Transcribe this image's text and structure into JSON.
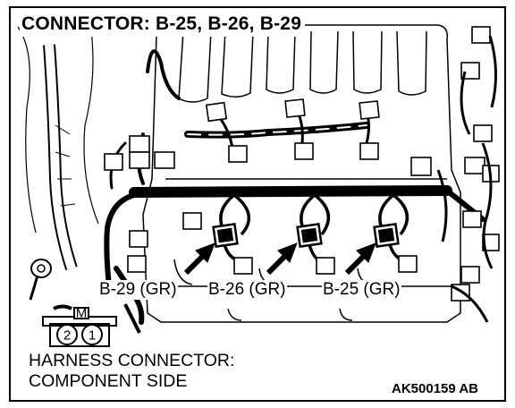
{
  "title": "CONNECTOR: B-25, B-26, B-29",
  "callouts": [
    {
      "label": "B-29 (GR)"
    },
    {
      "label": "B-26 (GR)"
    },
    {
      "label": "B-25 (GR)"
    }
  ],
  "connector_pins": {
    "marker": "M",
    "pin_left": "2",
    "pin_right": "1"
  },
  "harness_caption": {
    "line1": "HARNESS CONNECTOR:",
    "line2": "COMPONENT SIDE"
  },
  "figure_code": "AK500159 AB"
}
